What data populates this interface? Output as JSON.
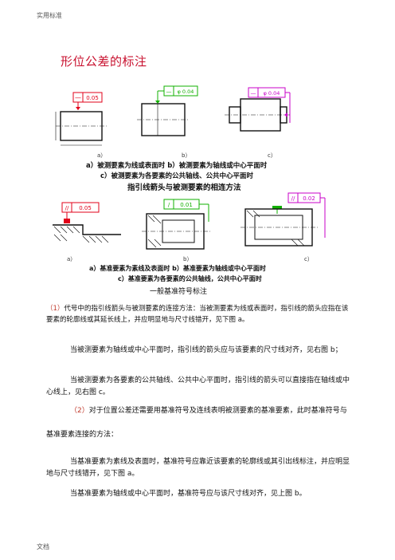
{
  "header": {
    "label": "实用标准"
  },
  "title": "形位公差的标注",
  "figure1": {
    "tol_a": "0.05",
    "tol_b": "φ 0.04",
    "tol_c": "φ 0.04",
    "sub_a": "a）",
    "sub_b": "b）",
    "sub_c": "c）",
    "caption_line1": "a）被测要素为线或表面时   b）被测要素为轴线或中心平面时",
    "caption_line2": "c）被测要素为各要素的公共轴线、公共中心平面时",
    "caption_title": "指引线箭头与被测要素的相连方法"
  },
  "figure2": {
    "tol_a": "0.05",
    "tol_b": "0.01",
    "tol_c": "0.02",
    "sub_a": "a）",
    "sub_b": "b）",
    "sub_c": "c）",
    "caption_line1": "a）基准要素为素线及表面时   b）基准要素为轴线或中心平面时",
    "caption_line2": "c）基准要素为各要素的公共轴线，公共中心平面时",
    "caption_title": "一般基准符号标注"
  },
  "paragraphs": {
    "p1_num": "（1）",
    "p1": "代号中的指引线箭头与被测要素的连接方法：当被测要素为线或表面时，指引线的箭头应指在该要素的轮廓线或其延长线上，并应明显地与尺寸线错开，见下图 a。",
    "p2": "当被测要素为轴线或中心平面时，指引线的箭头应与该要素的尺寸线对齐，见右图 b；",
    "p3": "当被测要素为各要素的公共轴线、公共中心平面时，指引线的箭头可以直接指在轴线或中心线上，见右图 c。",
    "p4_num": "（2）",
    "p4": "对于位置公差还需要用基准符号及连线表明被测要素的基准要素，此时基准符号与",
    "p4b": "基准要素连接的方法：",
    "p5": "当基准要素为素线及表面时，基准符号应靠近该要素的轮廓线或其引出线标注，并应明显地与尺寸线错开，见下图 a。",
    "p6": "当基准要素为轴线或中心平面时，基准符号应与该尺寸线对齐，见上图 b。"
  },
  "footer": {
    "label": "文档"
  },
  "colors": {
    "title": "#c8102e",
    "red": "#e2001a",
    "green": "#12b000",
    "magenta": "#c800c8"
  }
}
